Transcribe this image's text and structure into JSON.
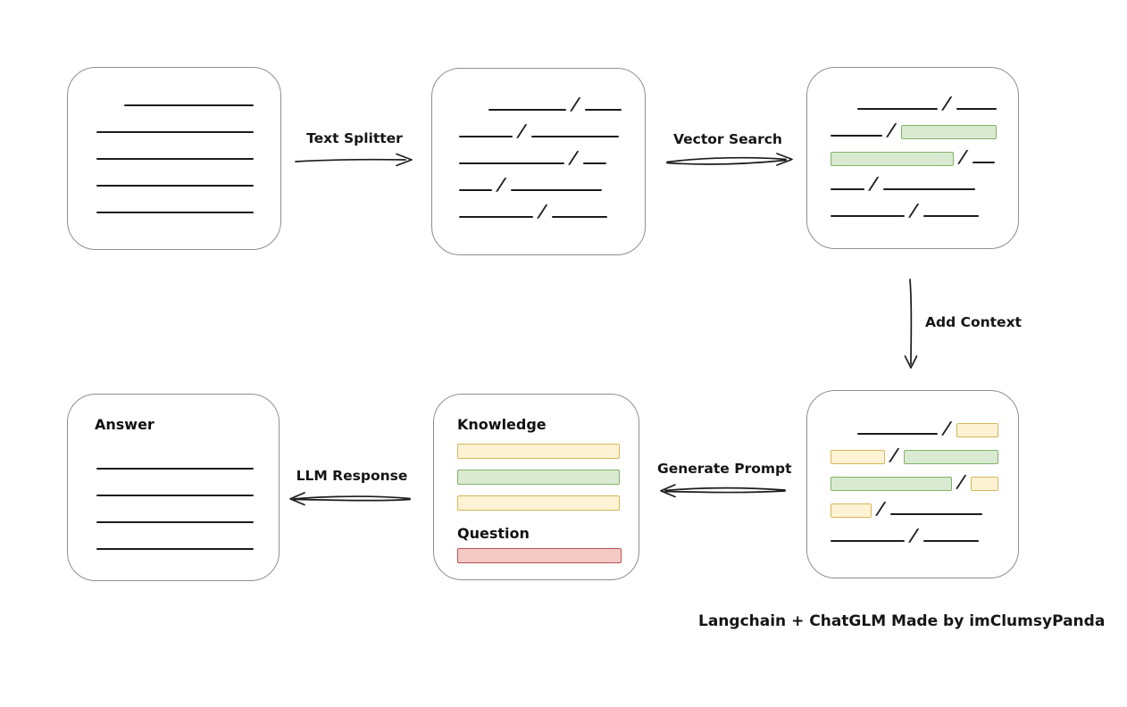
{
  "caption": "Langchain + ChatGLM Made by imClumsyPanda",
  "arrows": {
    "text_splitter": {
      "label": "Text Splitter",
      "direction": "right"
    },
    "vector_search": {
      "label": "Vector Search",
      "direction": "right"
    },
    "add_context": {
      "label": "Add Context",
      "direction": "down"
    },
    "generate_prompt": {
      "label": "Generate Prompt",
      "direction": "left"
    },
    "llm_response": {
      "label": "LLM Response",
      "direction": "left"
    }
  },
  "colors": {
    "green_fill": "#d9e9d2",
    "green_border": "#82b366",
    "yellow_fill": "#fdf3d4",
    "yellow_border": "#d6b656",
    "red_fill": "#f5c9c6",
    "red_border": "#b85450",
    "box_border": "#8f8f8f",
    "line": "#1c1c1c"
  },
  "boxes": {
    "document": {
      "rows": [
        [
          {
            "t": "gap",
            "w": 32
          },
          {
            "t": "line",
            "w": 150
          }
        ],
        [
          {
            "t": "line",
            "w": 182
          }
        ],
        [
          {
            "t": "line",
            "w": 182
          }
        ],
        [
          {
            "t": "line",
            "w": 182
          }
        ],
        [
          {
            "t": "line",
            "w": 182
          }
        ]
      ]
    },
    "chunks": {
      "rows": [
        [
          {
            "t": "gap",
            "w": 34
          },
          {
            "t": "line",
            "w": 88
          },
          {
            "t": "slash"
          },
          {
            "t": "line",
            "w": 42
          }
        ],
        [
          {
            "t": "line",
            "w": 60
          },
          {
            "t": "slash"
          },
          {
            "t": "line",
            "w": 98
          }
        ],
        [
          {
            "t": "line",
            "w": 118
          },
          {
            "t": "slash"
          },
          {
            "t": "line",
            "w": 26
          }
        ],
        [
          {
            "t": "line",
            "w": 37
          },
          {
            "t": "slash"
          },
          {
            "t": "line",
            "w": 102
          }
        ],
        [
          {
            "t": "line",
            "w": 83
          },
          {
            "t": "slash"
          },
          {
            "t": "line",
            "w": 62
          }
        ]
      ]
    },
    "matched_chunks": {
      "rows": [
        [
          {
            "t": "gap",
            "w": 30
          },
          {
            "t": "line",
            "w": 90
          },
          {
            "t": "slash"
          },
          {
            "t": "line",
            "w": 45
          }
        ],
        [
          {
            "t": "line",
            "w": 58
          },
          {
            "t": "slash"
          },
          {
            "t": "chip",
            "c": "green",
            "w": 107
          }
        ],
        [
          {
            "t": "chip",
            "c": "green",
            "w": 138
          },
          {
            "t": "slash"
          },
          {
            "t": "line",
            "w": 25
          }
        ],
        [
          {
            "t": "line",
            "w": 38
          },
          {
            "t": "slash"
          },
          {
            "t": "line",
            "w": 103
          }
        ],
        [
          {
            "t": "line",
            "w": 83
          },
          {
            "t": "slash"
          },
          {
            "t": "line",
            "w": 62
          }
        ]
      ]
    },
    "context_chunks": {
      "rows": [
        [
          {
            "t": "gap",
            "w": 30
          },
          {
            "t": "line",
            "w": 90
          },
          {
            "t": "slash"
          },
          {
            "t": "chip",
            "c": "yellow",
            "w": 47
          }
        ],
        [
          {
            "t": "chip",
            "c": "yellow",
            "w": 62
          },
          {
            "t": "slash"
          },
          {
            "t": "chip",
            "c": "green",
            "w": 107
          }
        ],
        [
          {
            "t": "chip",
            "c": "green",
            "w": 138
          },
          {
            "t": "slash"
          },
          {
            "t": "chip",
            "c": "yellow",
            "w": 31
          }
        ],
        [
          {
            "t": "chip",
            "c": "yellow",
            "w": 46
          },
          {
            "t": "slash"
          },
          {
            "t": "line",
            "w": 103
          }
        ],
        [
          {
            "t": "line",
            "w": 83
          },
          {
            "t": "slash"
          },
          {
            "t": "line",
            "w": 62
          }
        ]
      ]
    },
    "prompt": {
      "knowledge_label": "Knowledge",
      "question_label": "Question",
      "knowledge_bars": [
        "yellow",
        "green",
        "yellow"
      ],
      "question_bars": [
        "red"
      ]
    },
    "answer": {
      "label": "Answer",
      "rows": [
        [
          {
            "t": "line",
            "w": 180
          }
        ],
        [
          {
            "t": "line",
            "w": 180
          }
        ],
        [
          {
            "t": "line",
            "w": 180
          }
        ],
        [
          {
            "t": "line",
            "w": 180
          }
        ]
      ]
    }
  }
}
